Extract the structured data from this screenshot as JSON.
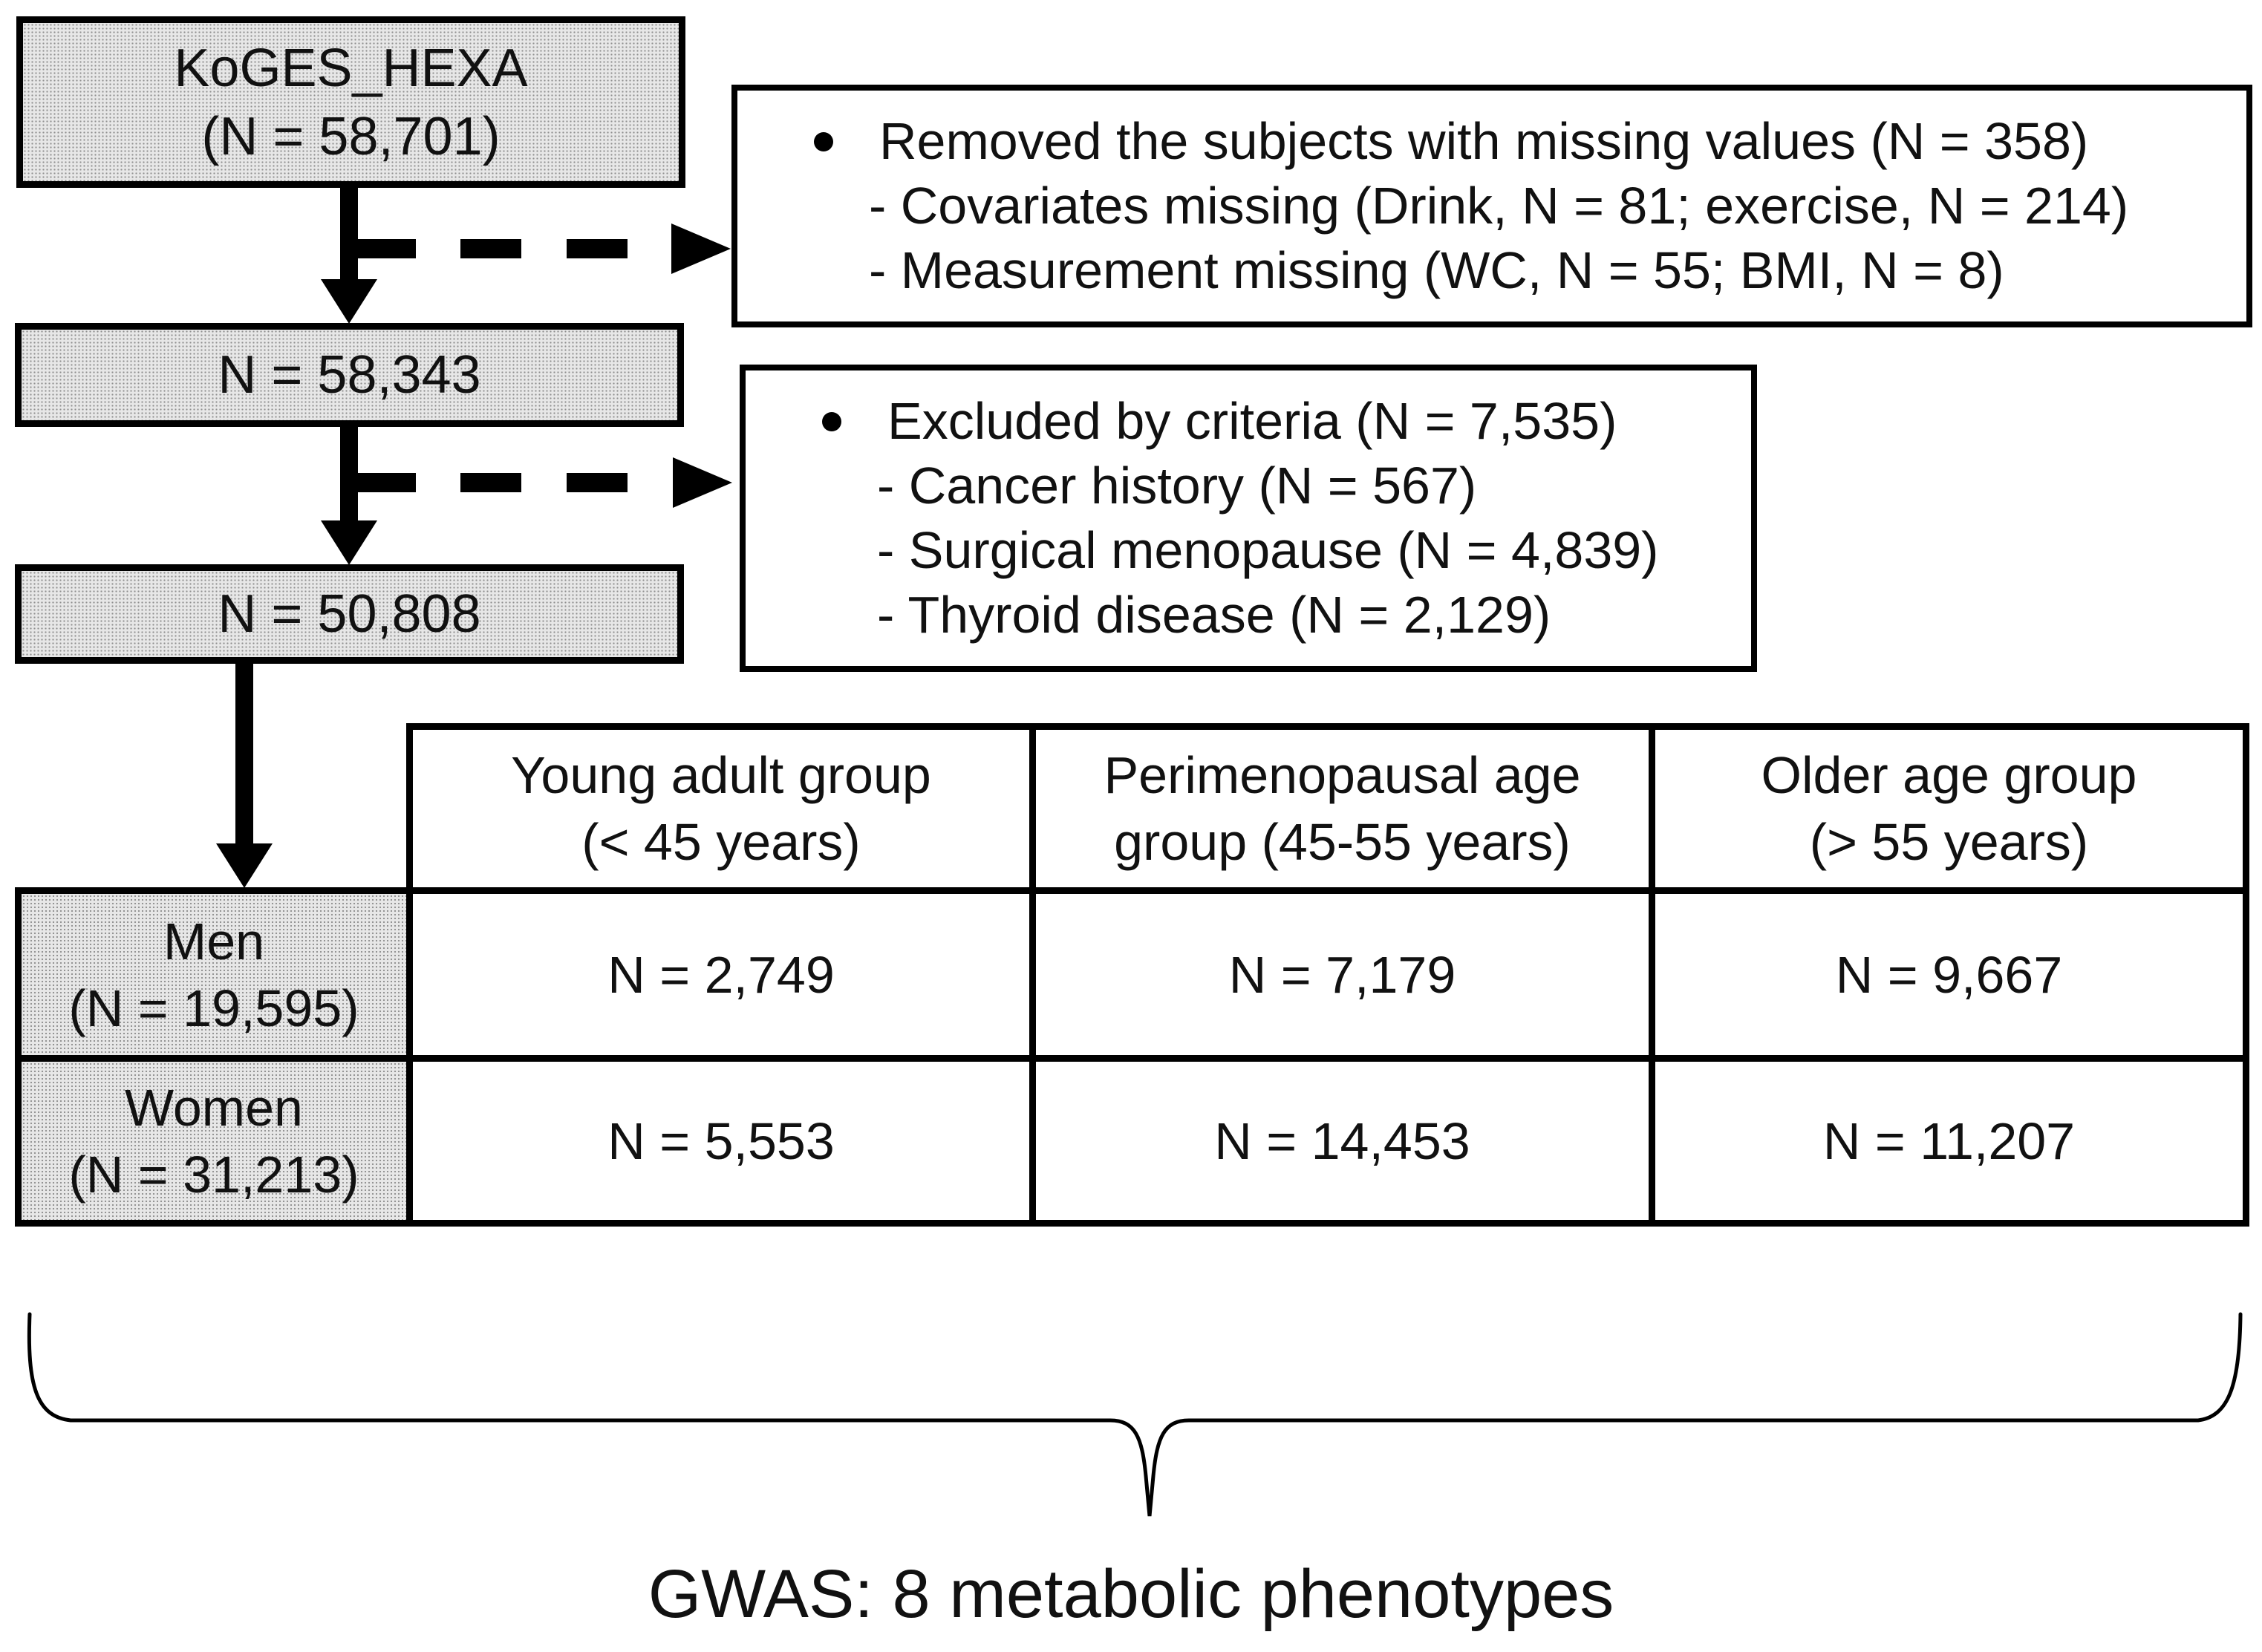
{
  "flow": {
    "source_box": {
      "line1": "KoGES_HEXA",
      "line2": "(N = 58,701)"
    },
    "step1_box": {
      "label": "N = 58,343"
    },
    "step2_box": {
      "label": "N = 50,808"
    },
    "exclusion1": {
      "bullet": "Removed the subjects with missing values (N = 358)",
      "items": [
        "- Covariates missing (Drink, N = 81; exercise, N = 214)",
        "- Measurement missing (WC, N = 55; BMI, N = 8)"
      ]
    },
    "exclusion2": {
      "bullet": "Excluded by criteria (N = 7,535)",
      "items": [
        "- Cancer history (N = 567)",
        "- Surgical menopause (N = 4,839)",
        "- Thyroid disease (N = 2,129)"
      ]
    }
  },
  "table": {
    "columns": [
      {
        "line1": "Young adult group",
        "line2": "(< 45 years)"
      },
      {
        "line1": "Perimenopausal age",
        "line2": "group (45-55 years)"
      },
      {
        "line1": "Older age group",
        "line2": "(> 55 years)"
      }
    ],
    "rows": [
      {
        "header_line1": "Men",
        "header_line2": "(N = 19,595)",
        "cells": [
          "N = 2,749",
          "N = 7,179",
          "N = 9,667"
        ]
      },
      {
        "header_line1": "Women",
        "header_line2": "(N = 31,213)",
        "cells": [
          "N = 5,553",
          "N = 14,453",
          "N = 11,207"
        ]
      }
    ]
  },
  "footer": {
    "label": "GWAS: 8 metabolic phenotypes"
  },
  "colors": {
    "box_fill": "#e7e7e7",
    "border": "#000000",
    "text": "#111111",
    "background": "#ffffff"
  }
}
